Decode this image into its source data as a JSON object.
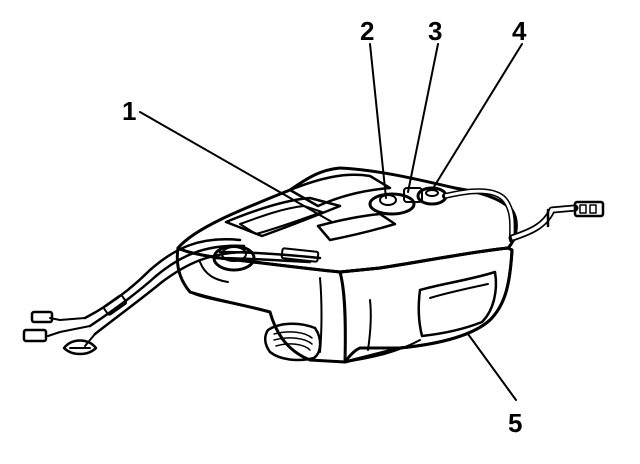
{
  "figure": {
    "callouts": [
      {
        "id": "1",
        "label": "1"
      },
      {
        "id": "2",
        "label": "2"
      },
      {
        "id": "3",
        "label": "3"
      },
      {
        "id": "4",
        "label": "4"
      },
      {
        "id": "5",
        "label": "5"
      }
    ]
  },
  "colors": {
    "ink": "#000000",
    "paper": "#ffffff",
    "shade": "#bdbdbd",
    "dark": "#222222"
  }
}
